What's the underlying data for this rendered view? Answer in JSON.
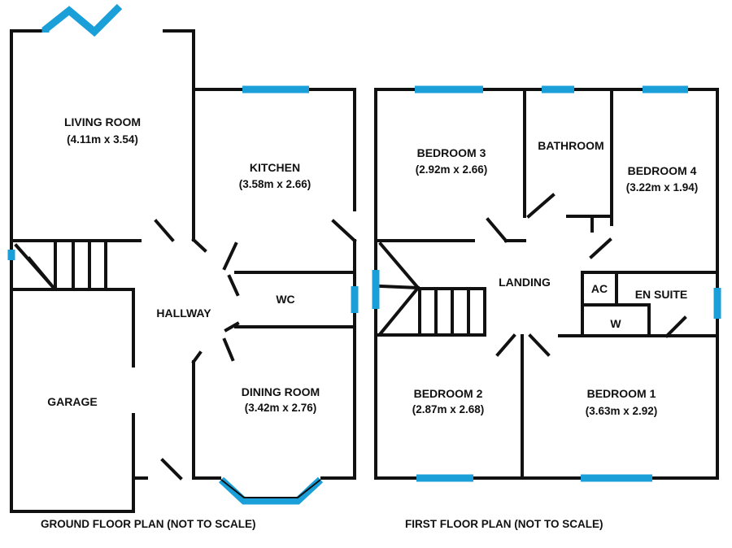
{
  "ground_floor": {
    "caption": "GROUND FLOOR PLAN (NOT TO SCALE)",
    "rooms": {
      "living_room": {
        "name": "LIVING ROOM",
        "size": "(4.11m x 3.54)"
      },
      "kitchen": {
        "name": "KITCHEN",
        "size": "(3.58m x 2.66)"
      },
      "hallway": {
        "name": "HALLWAY"
      },
      "wc": {
        "name": "WC"
      },
      "garage": {
        "name": "GARAGE"
      },
      "dining_room": {
        "name": "DINING ROOM",
        "size": "(3.42m x 2.76)"
      }
    }
  },
  "first_floor": {
    "caption": "FIRST FLOOR PLAN (NOT TO SCALE)",
    "rooms": {
      "bedroom_3": {
        "name": "BEDROOM 3",
        "size": "(2.92m x 2.66)"
      },
      "bathroom": {
        "name": "BATHROOM"
      },
      "bedroom_4": {
        "name": "BEDROOM 4",
        "size": "(3.22m x 1.94)"
      },
      "landing": {
        "name": "LANDING"
      },
      "ac": {
        "name": "AC"
      },
      "en_suite": {
        "name": "EN SUITE"
      },
      "w": {
        "name": "W"
      },
      "bedroom_2": {
        "name": "BEDROOM 2",
        "size": "(2.87m x 2.68)"
      },
      "bedroom_1": {
        "name": "BEDROOM 1",
        "size": "(3.63m x 2.92)"
      }
    }
  },
  "colors": {
    "walls": "#111111",
    "windows": "#1b9fd8",
    "background": "#ffffff"
  }
}
